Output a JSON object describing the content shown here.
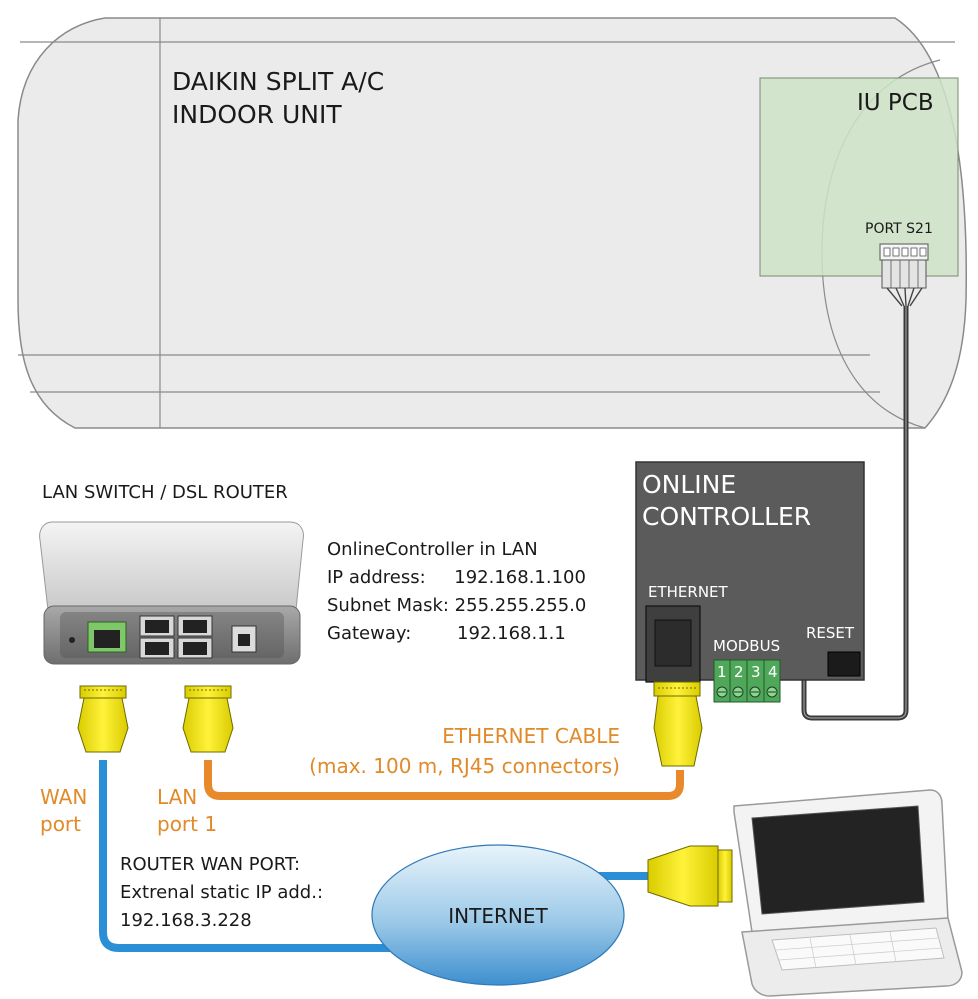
{
  "indoor_unit": {
    "title_line1": "DAIKIN SPLIT A/C",
    "title_line2": "INDOOR UNIT"
  },
  "pcb": {
    "label": "IU PCB",
    "port_label": "PORT S21"
  },
  "router": {
    "label": "LAN SWITCH / DSL ROUTER"
  },
  "config": {
    "heading": "OnlineController in LAN",
    "ip_line": "IP address:     192.168.1.100",
    "mask_line": "Subnet Mask: 255.255.255.0",
    "gateway_line": "Gateway:        192.168.1.1"
  },
  "controller": {
    "title_line1": "ONLINE",
    "title_line2": "CONTROLLER",
    "ethernet_label": "ETHERNET",
    "modbus_label": "MODBUS",
    "reset_label": "RESET",
    "terminals": [
      "1",
      "2",
      "3",
      "4"
    ]
  },
  "ethernet_cable": {
    "line1": "ETHERNET CABLE",
    "line2": "(max. 100 m, RJ45 connectors)"
  },
  "ports": {
    "wan_line1": "WAN",
    "wan_line2": "port",
    "lan_line1": "LAN",
    "lan_line2": "port 1"
  },
  "router_wan": {
    "line1": "ROUTER WAN PORT:",
    "line2": "Extrenal static IP add.:",
    "line3": "192.168.3.228"
  },
  "internet": {
    "label": "INTERNET"
  },
  "colors": {
    "ethernet_cable": "#e88a2c",
    "wan_cable": "#2a8fd6",
    "connector": "#f2e600",
    "controller_body": "#5b5b5b",
    "pcb_fill": "#cfe3c8",
    "label_orange": "#e08a2a"
  }
}
